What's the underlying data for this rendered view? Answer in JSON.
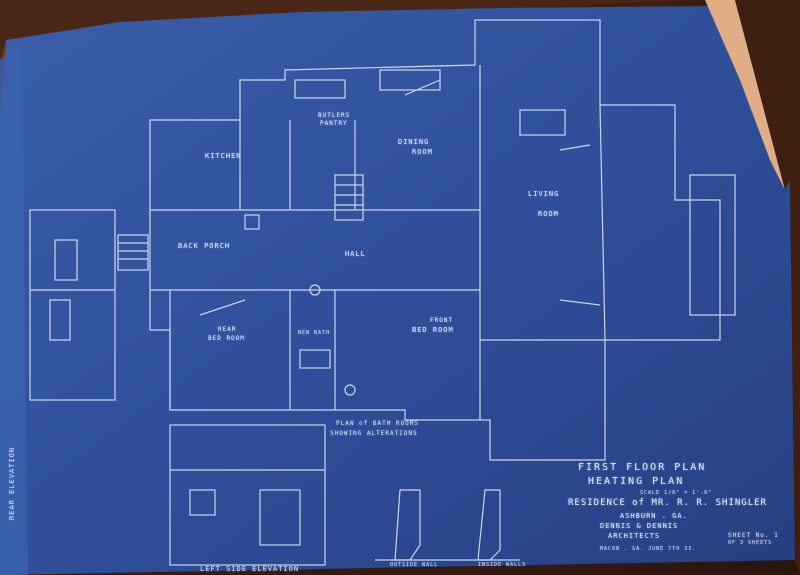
{
  "rooms": {
    "kitchen": "KITCHEN",
    "butlers_pantry_1": "BUTLERS",
    "butlers_pantry_2": "PANTRY",
    "dining_room_1": "DINING",
    "dining_room_2": "ROOM",
    "living_room_1": "LIVING",
    "living_room_2": "ROOM",
    "back_porch": "BACK PORCH",
    "hall": "HALL",
    "rear_bed_room_1": "REAR",
    "rear_bed_room_2": "BED ROOM",
    "front_bed_room_1": "FRONT",
    "front_bed_room_2": "BED ROOM",
    "new_bath": "NEW BATH"
  },
  "notes": {
    "bath_plan_1": "PLAN of BATH ROOMS",
    "bath_plan_2": "SHOWING ALTERATIONS",
    "rear_elevation": "REAR ELEVATION",
    "left_side_elevation": "LEFT SIDE ELEVATION",
    "outside_wall": "OUTSIDE WALL",
    "inside walls": "INSIDE WALLS"
  },
  "title_block": {
    "line1": "FIRST FLOOR PLAN",
    "line2": "HEATING PLAN",
    "scale": "SCALE 1/8\" = 1'-0\"",
    "residence": "RESIDENCE of MR. R. R. SHINGLER",
    "location": "ASHBURN . GA.",
    "architects_1": "DENNIS & DENNIS",
    "architects_2": "ARCHITECTS",
    "city_date": "MACON . GA. JUNE 7TH 33.",
    "sheet_1": "SHEET No. 1",
    "sheet_2": "OF 3 SHEETS"
  },
  "colors": {
    "paper_blue": "#2f4f9a",
    "line_white": "#e6eefc",
    "table_wood": "#3a1e12",
    "torn_corner": "#e0ad86"
  }
}
